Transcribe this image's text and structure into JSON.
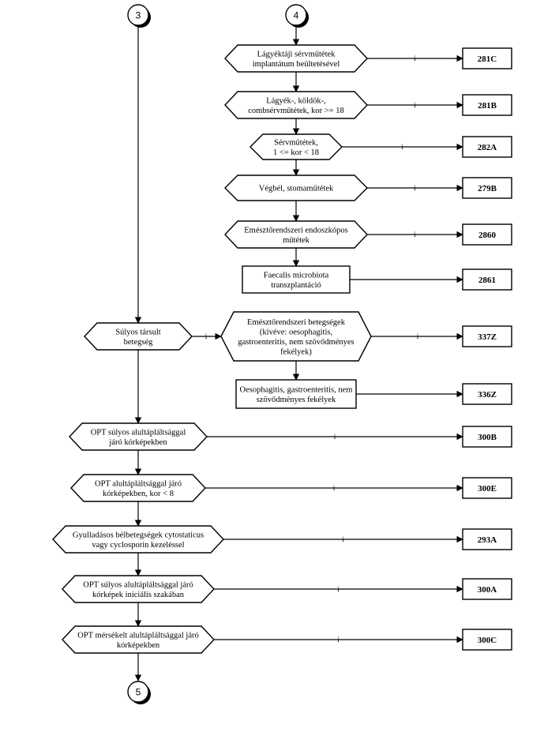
{
  "connectors": {
    "c3": "3",
    "c4": "4",
    "c5": "5"
  },
  "right_column": [
    {
      "lines": [
        "Lágyéktáji sérvműtétek",
        "implantátum beültetésével"
      ],
      "code": "281C"
    },
    {
      "lines": [
        "Lágyék-, köldök-,",
        "combsérvműtétek, kor >= 18"
      ],
      "code": "281B"
    },
    {
      "lines": [
        "Sérvműtétek,",
        "1 <= kor < 18"
      ],
      "code": "282A"
    },
    {
      "lines": [
        "Végbél, stomaműtétek"
      ],
      "code": "279B"
    },
    {
      "lines": [
        "Emésztőrendszeri endoszkópos",
        "műtétek"
      ],
      "code": "2860"
    },
    {
      "lines": [
        "Faecalis microbiota",
        "transzplantáció"
      ],
      "code": "2861"
    }
  ],
  "associated_disease": {
    "lines": [
      "Súlyos társult",
      "betegség"
    ],
    "branch_label": "i"
  },
  "digestive_diseases": {
    "lines": [
      "Emésztőrendszeri betegségek",
      "(kivéve: oesophagitis,",
      "gastroenteritis, nem szövődményes",
      "fekélyek)"
    ],
    "code": "337Z"
  },
  "oesophagitis": {
    "lines": [
      "Oesophagitis, gastroenteritis, nem",
      "szövődményes fekélyek"
    ],
    "code": "336Z"
  },
  "left_column": [
    {
      "lines": [
        "OPT súlyos alultápláltsággal",
        "járó kórképekben"
      ],
      "code": "300B"
    },
    {
      "lines": [
        "OPT alultápláltsággal járó",
        "kórképekben, kor < 8"
      ],
      "code": "300E"
    },
    {
      "lines": [
        "Gyulladásos bélbetegségek cytostaticus",
        "vagy cyclosporin kezeléssel"
      ],
      "code": "293A"
    },
    {
      "lines": [
        "OPT súlyos alultápláltsággal járó",
        "kórképek iniciális szakában"
      ],
      "code": "300A"
    },
    {
      "lines": [
        "OPT mérsékelt alultápláltsággal járó",
        "kórképekben"
      ],
      "code": "300C"
    }
  ],
  "yes_label": "i"
}
